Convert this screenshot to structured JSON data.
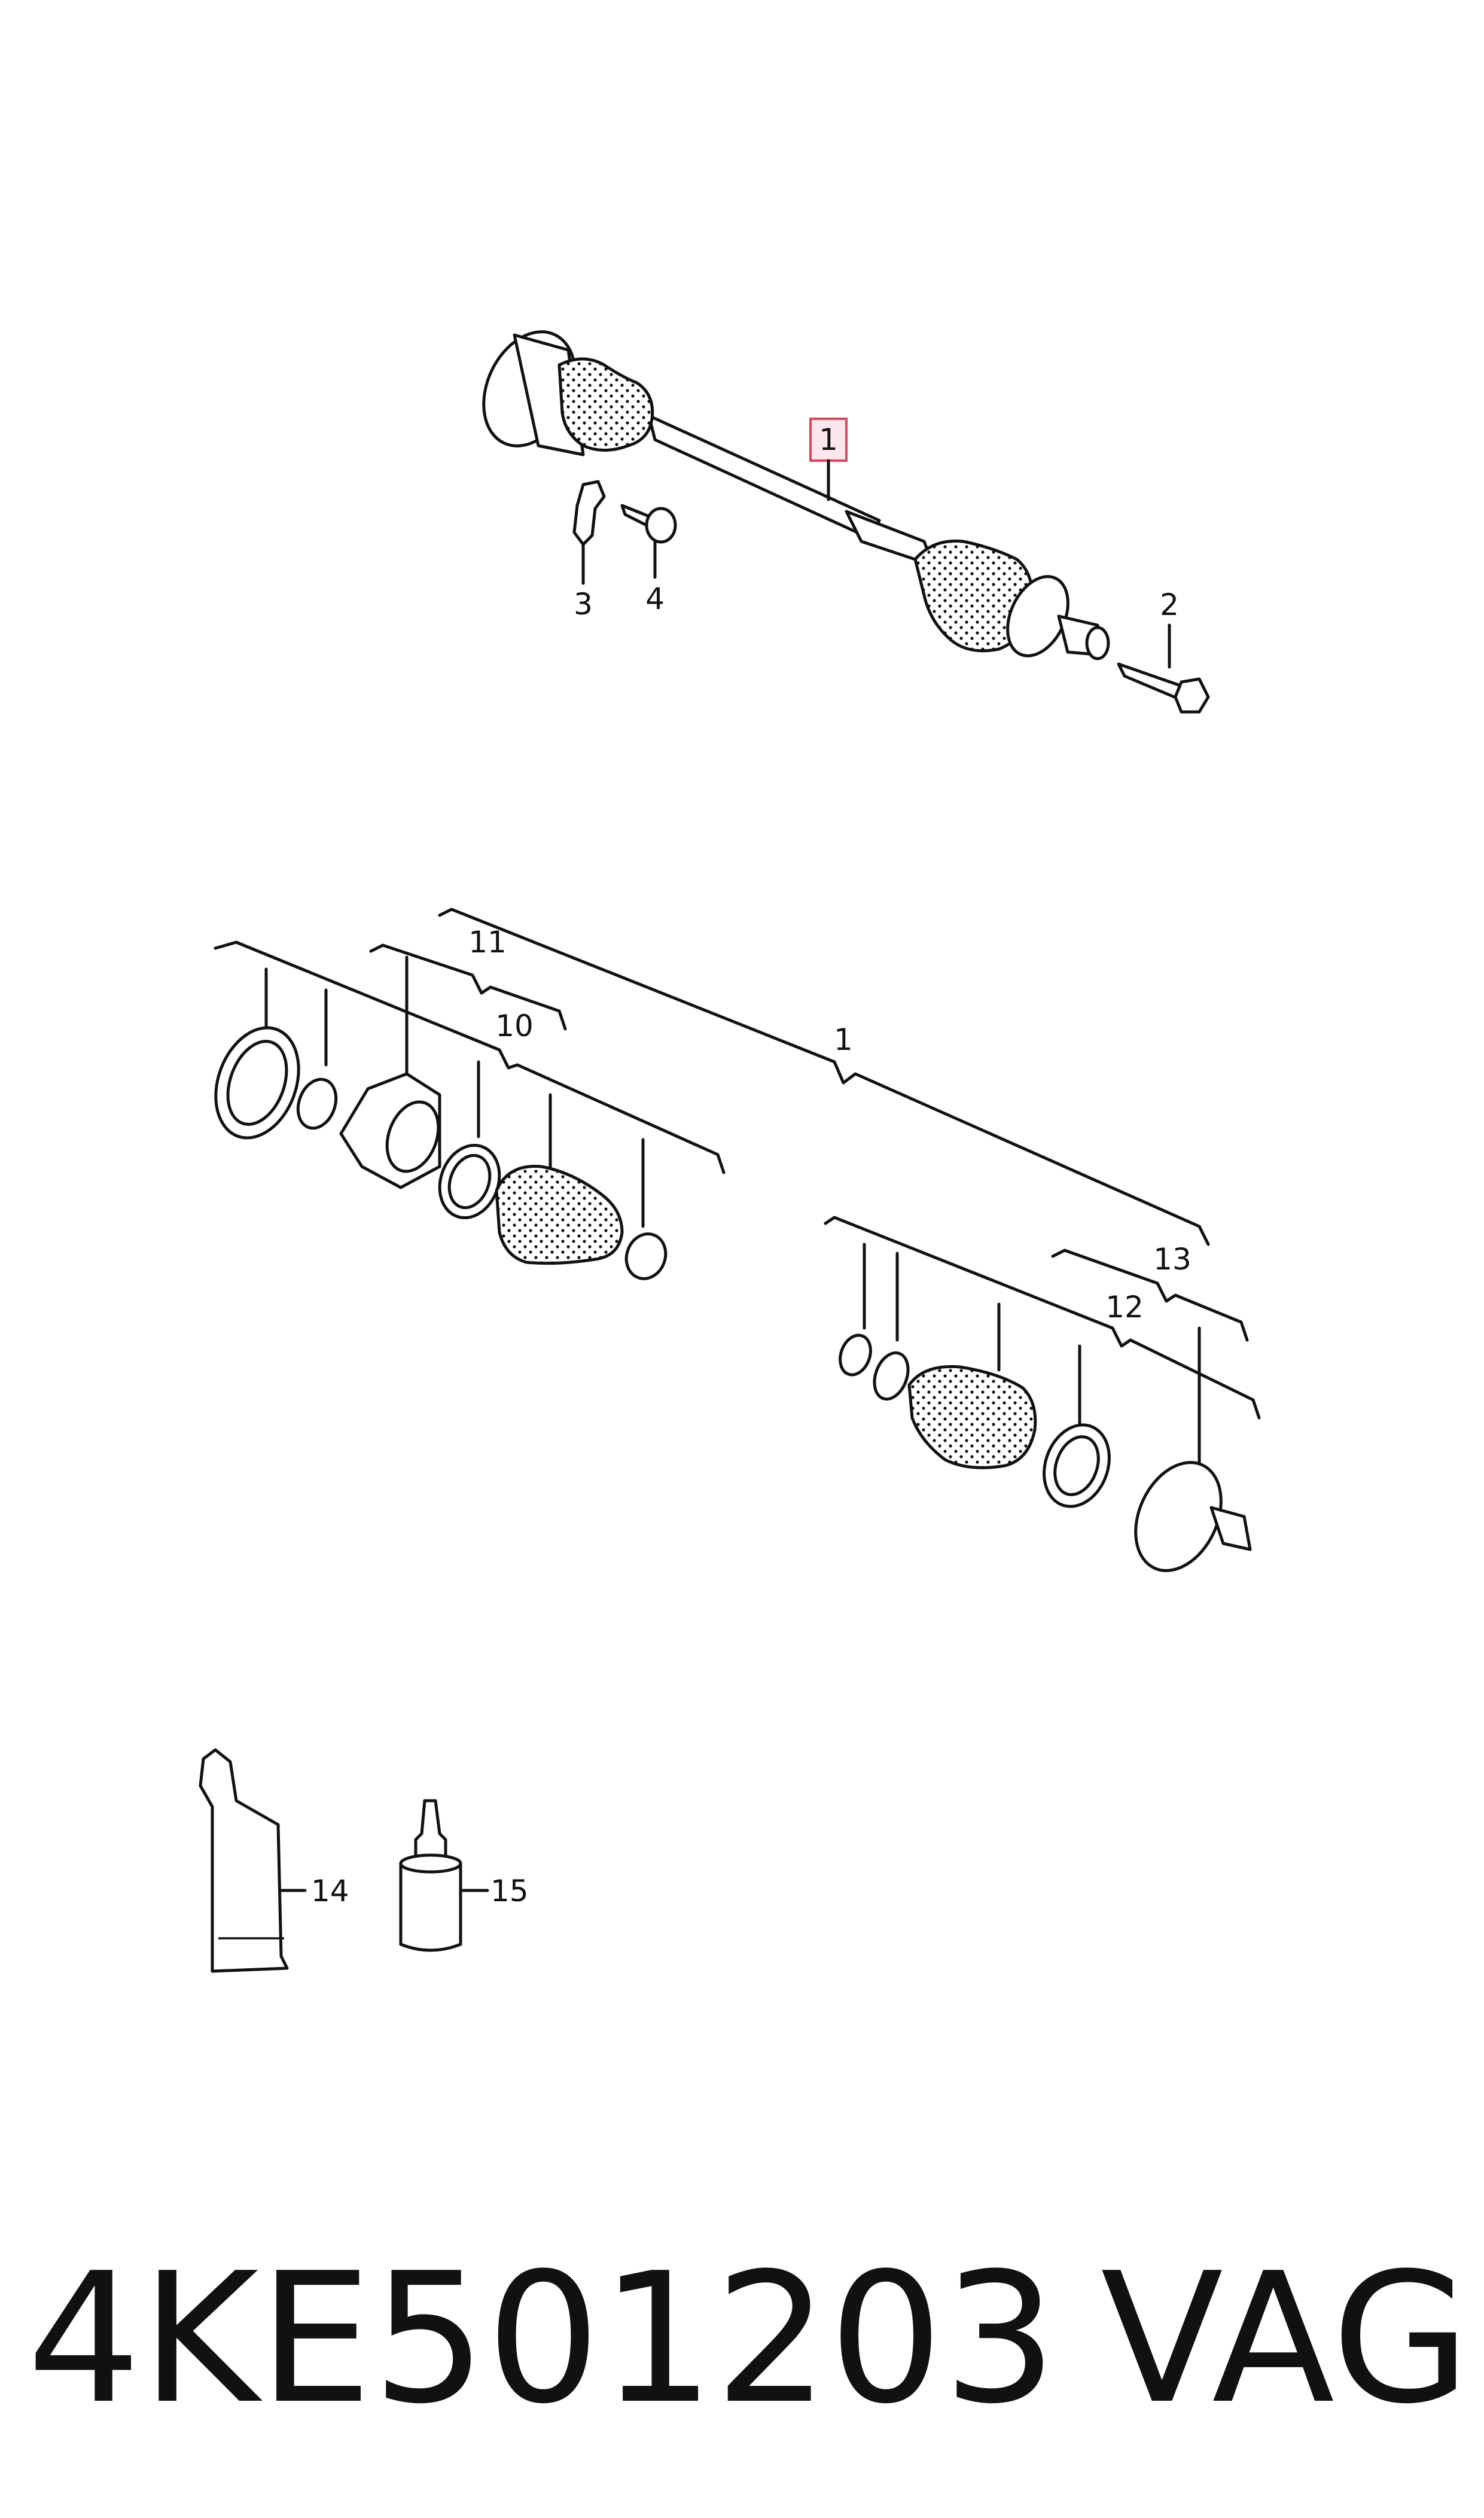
{
  "callouts": {
    "shaft_top": "1",
    "bolt_top": "2",
    "bracket": "3",
    "bolt_small": "4",
    "outer_kit": "10",
    "outer_group": "11",
    "shaft_group": "1",
    "inner_kit": "12",
    "inner_group": "13",
    "grease": "14",
    "sealant": "15"
  },
  "footer": {
    "part_number": "4KE501203",
    "brand": "VAG"
  }
}
